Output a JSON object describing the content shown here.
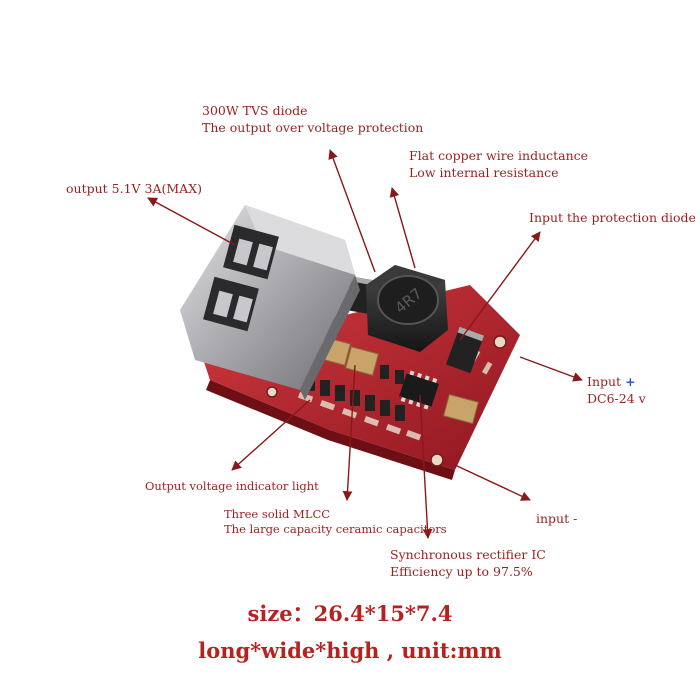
{
  "labels": {
    "tvs_title": "300W TVS diode",
    "tvs_desc": "The output over voltage protection",
    "inductor_title": "Flat copper wire inductance",
    "inductor_desc": "Low internal resistance",
    "output": "output 5.1V  3A(MAX)",
    "input_protection": "Input the protection diode",
    "input_plus": "Input",
    "input_plus_sign": "+",
    "input_range": "DC6-24 v",
    "indicator": "Output voltage indicator light",
    "mlcc_title": "Three solid MLCC",
    "mlcc_desc": "The large capacity ceramic capacitors",
    "input_minus": "input -",
    "rectifier_title": "Synchronous rectifier IC",
    "rectifier_desc": "Efficiency up to 97.5%"
  },
  "size": {
    "line1": "size：26.4*15*7.4",
    "line2": "long*wide*high , unit:mm"
  },
  "colors": {
    "label_text": "#9a1f1f",
    "arrow": "#8a1818",
    "pcb": "#b3202a",
    "usb_metal": "#b9b9bb",
    "inductor": "#2b2b2b",
    "capacitor": "#c9a46a",
    "plus_sign": "#2a4fc0"
  },
  "inductor_marking": "4R7"
}
